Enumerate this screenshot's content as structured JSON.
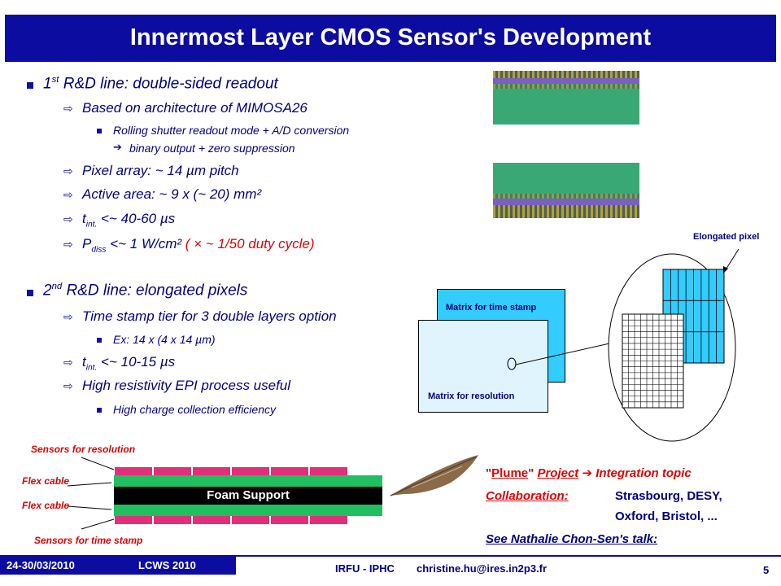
{
  "title": "Innermost Layer CMOS Sensor's Development",
  "line1": {
    "prefix": "1",
    "sup": "st",
    "text": " R&D line: double-sided readout",
    "items": [
      "Based on architecture of MIMOSA26",
      "Rolling shutter readout mode + A/D conversion",
      "binary output + zero suppression",
      "Pixel array: ~ 14 µm pitch",
      "Active area: ~ 9 x (~ 20) mm²",
      "t",
      "int.",
      " <~ 40-60 µs",
      "P",
      "diss",
      " <~ 1 W/cm² ",
      "( × ~ 1/50 duty cycle)"
    ]
  },
  "line2": {
    "prefix": "2",
    "sup": "nd",
    "text": " R&D line: elongated pixels",
    "items": [
      "Time stamp tier for 3 double layers option",
      "Ex: 14 x (4 x 14 µm)",
      "t",
      "int.",
      " <~ 10-15 µs",
      "High resistivity EPI process useful",
      "High charge collection efficiency"
    ]
  },
  "diagram": {
    "matrix_time": "Matrix for time stamp",
    "matrix_res": "Matrix for resolution",
    "elongated": "Elongated pixel"
  },
  "ladder": {
    "sensors_res": "Sensors for resolution",
    "flex1": "Flex cable",
    "flex2": "Flex cable",
    "foam": "Foam Support",
    "sensors_time": "Sensors for time stamp"
  },
  "plume": {
    "name": "Plume",
    "project": "Project",
    "topic": "Integration topic",
    "collab_label": "Collaboration:",
    "collab1": "Strasbourg, DESY,",
    "collab2": "Oxford, Bristol, ...",
    "talk": "See Nathalie Chon-Sen's talk:"
  },
  "footer": {
    "date": "24-30/03/2010",
    "conf": "LCWS 2010",
    "center": "IRFU - IPHC",
    "email": "christine.hu@ires.in2p3.fr",
    "page": "5"
  },
  "colors": {
    "title_bar": "#0c0ca0",
    "text": "#000080",
    "accent_red": "#e00000",
    "sensor_pink": "#e0307a",
    "flex_green": "#20c060"
  }
}
